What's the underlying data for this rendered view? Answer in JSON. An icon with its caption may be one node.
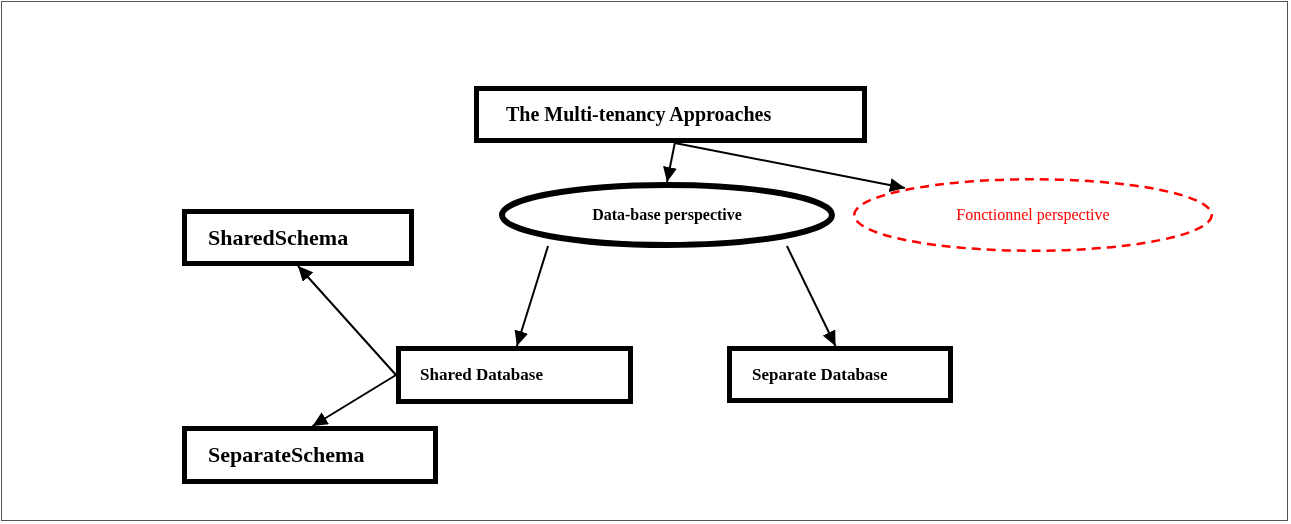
{
  "diagram": {
    "nodes": [
      {
        "text": [
          "The Multi-tenancy Approaches"
        ]
      },
      {
        "text": [
          "Data-base perspective"
        ]
      },
      {
        "text": [
          "Fonctionnel perspective"
        ]
      },
      {
        "text": [
          "SharedSchema"
        ]
      },
      {
        "text": [
          "Shared Database"
        ]
      },
      {
        "text": [
          "Separate Database"
        ]
      },
      {
        "text": [
          "SeparateSchema"
        ]
      }
    ],
    "edges": [
      {
        "from": 0,
        "to": 1,
        "arrow": "to"
      },
      {
        "from": 0,
        "to": 2,
        "arrow": "to"
      },
      {
        "from": 1,
        "to": 4,
        "arrow": "to"
      },
      {
        "from": 1,
        "to": 5,
        "arrow": "to"
      },
      {
        "from": 4,
        "to": 3,
        "arrow": "to"
      },
      {
        "from": 4,
        "to": 6,
        "arrow": "to"
      }
    ]
  }
}
